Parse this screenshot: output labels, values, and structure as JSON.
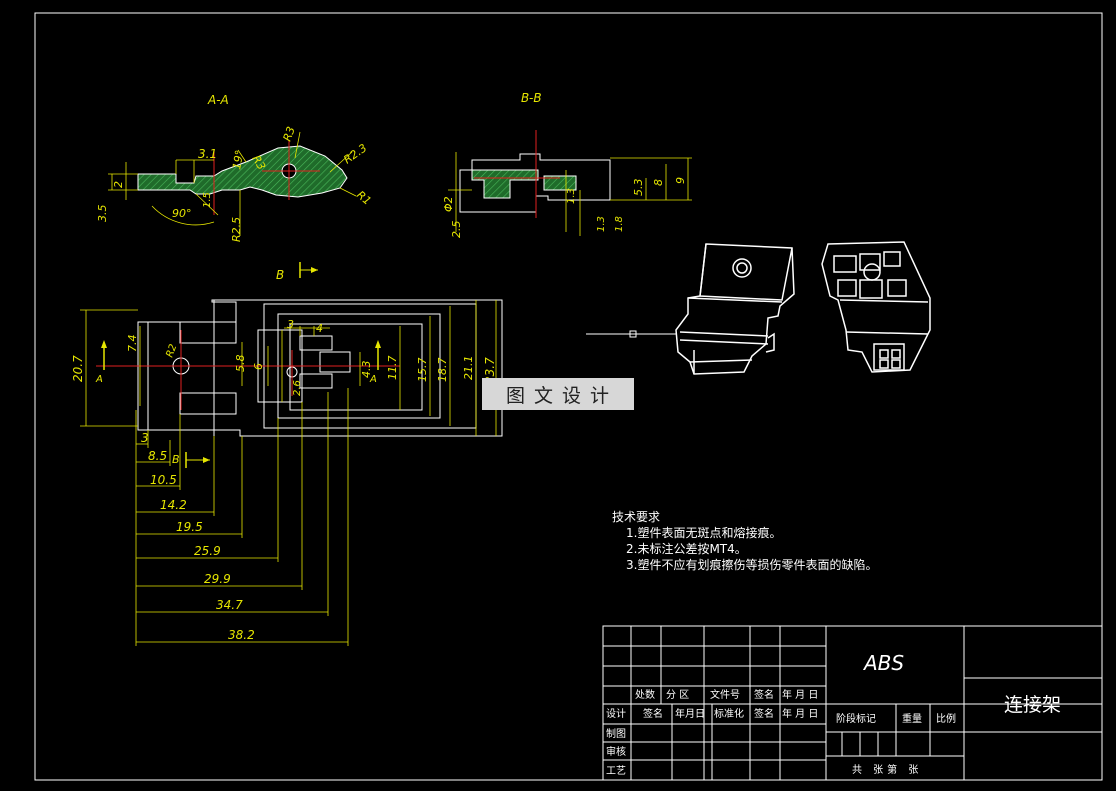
{
  "views": {
    "section_aa": "A-A",
    "section_bb": "B-B",
    "arrow_b_top": "B",
    "arrow_b_bottom": "B",
    "arrow_a_left": "A",
    "arrow_a_right": "A"
  },
  "dims_aa": [
    "3.1",
    "19°",
    "R3",
    "R3",
    "R2.3",
    "R1",
    "2",
    "3.5",
    "90°",
    "1.5",
    "R2.5"
  ],
  "dims_bb": [
    "Φ2",
    "2.5",
    "1.3",
    "5.3",
    "8",
    "9",
    "1.3",
    "1.8"
  ],
  "dims_plan_vertical": [
    "20.7",
    "7.4",
    "5.8",
    "6",
    "4.3",
    "11.7",
    "15.7",
    "18.7",
    "21.1",
    "23.7",
    "2.6",
    "R2"
  ],
  "dims_plan_top": [
    "3",
    "4"
  ],
  "dims_plan_chain": [
    "3",
    "8.5",
    "10.5",
    "14.2",
    "19.5",
    "25.9",
    "29.9",
    "34.7",
    "38.2"
  ],
  "watermark": "图文设计",
  "tech_requirements": {
    "title": "技术要求",
    "items": [
      "1.塑件表面无斑点和熔接痕。",
      "2.未标注公差按MT4。",
      "3.塑件不应有划痕擦伤等损伤零件表面的缺陷。"
    ]
  },
  "title_block": {
    "material": "ABS",
    "part_name": "连接架",
    "row_labels_1": [
      "处数",
      "分 区",
      "文件号",
      "签名",
      "年 月 日"
    ],
    "row_labels_2": [
      "设计",
      "签名",
      "年月日",
      "标准化",
      "签名",
      "年 月 日"
    ],
    "row_labels_left": [
      "制图",
      "审核",
      "工艺"
    ],
    "stage": "阶段标记",
    "weight": "重量",
    "scale": "比例",
    "sheets": "共 张第 张"
  },
  "colors": {
    "background": "#000000",
    "lines": "#ffffff",
    "dimensions": "#e6e600",
    "hatch": "#2e8b3a",
    "centerline": "#e02020"
  }
}
